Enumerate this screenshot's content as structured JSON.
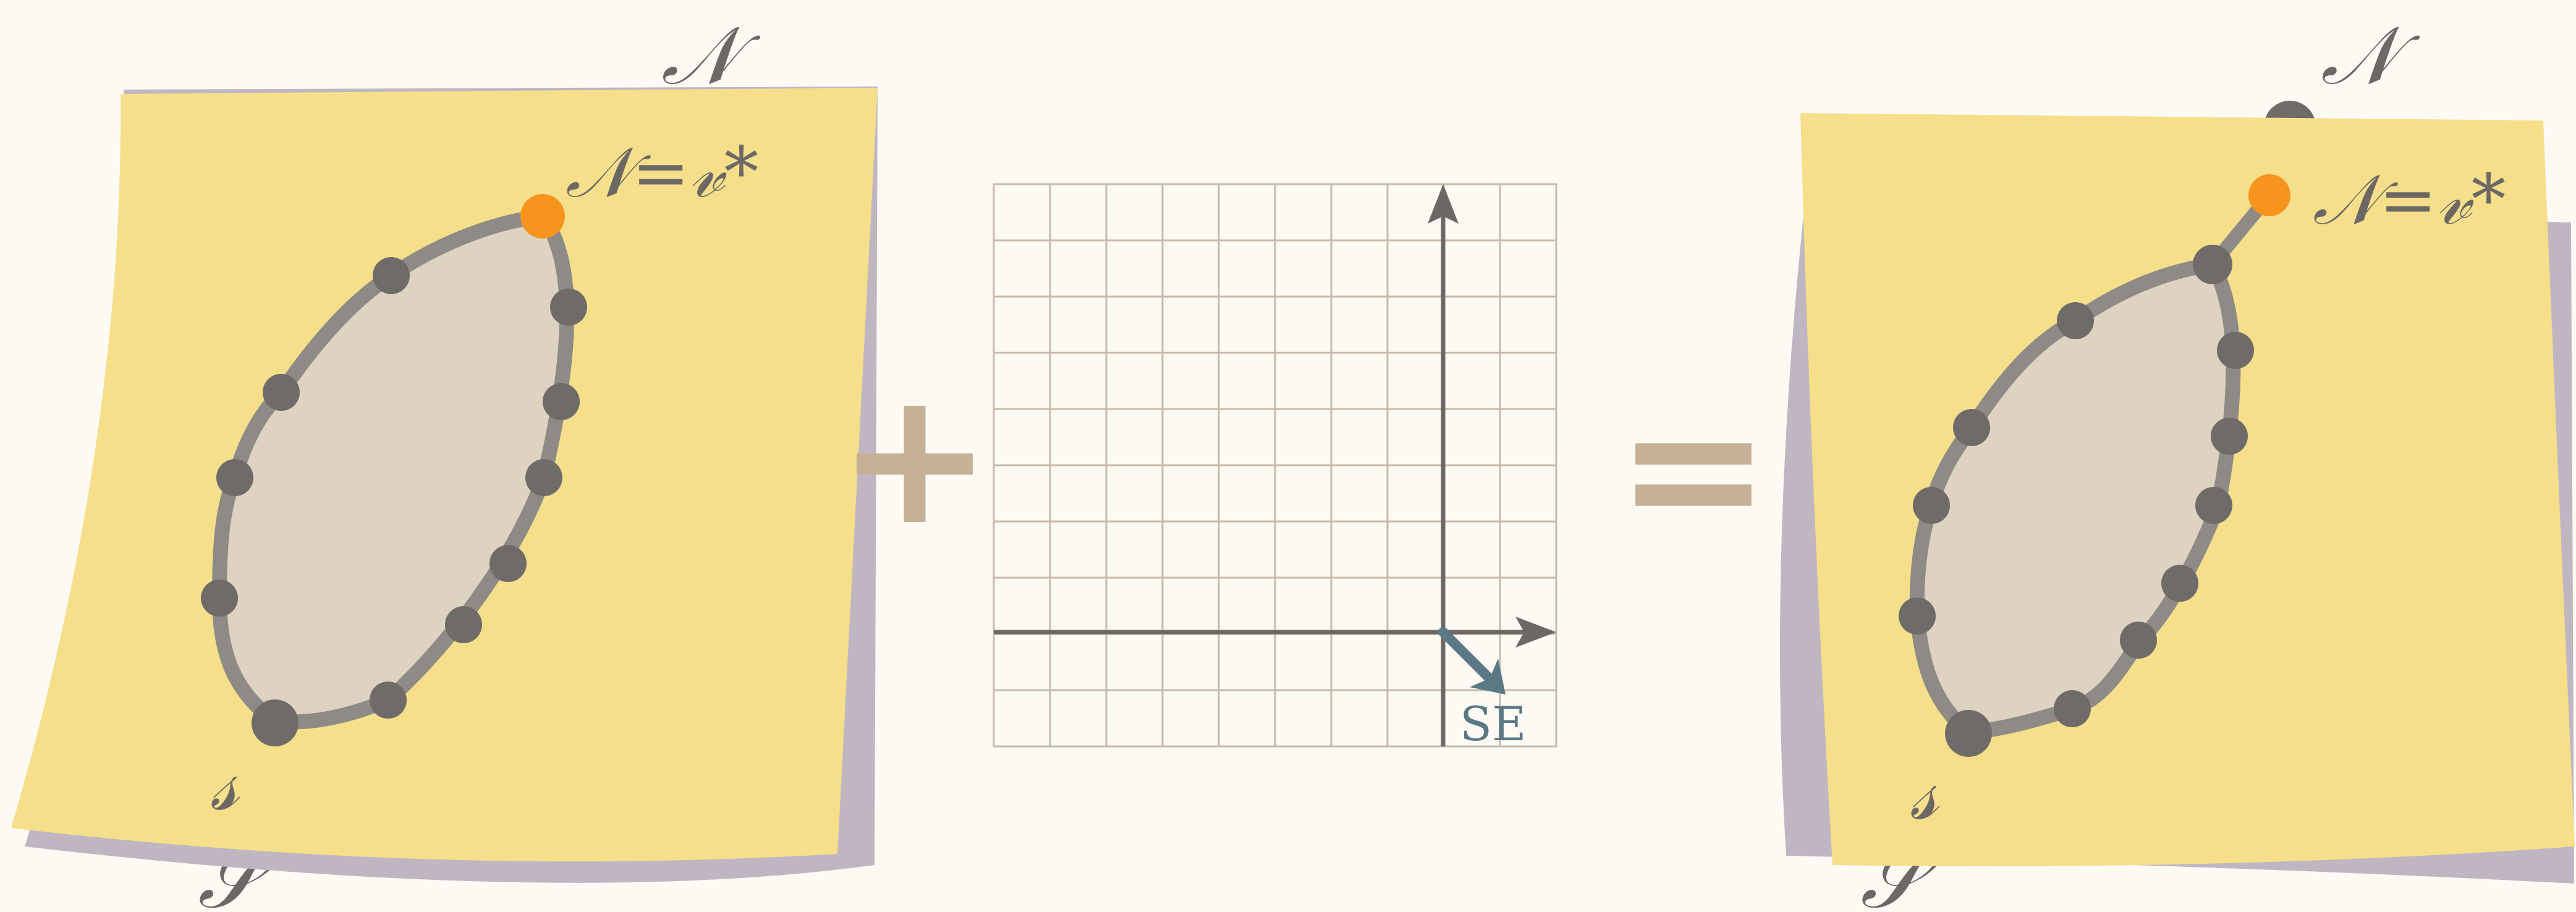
{
  "colors": {
    "background": "#fdfaf4",
    "note_yellow": "#f5df8b",
    "note_shadow": "#bfb6c2",
    "blob_fill": "#ded2c1",
    "blob_outline": "#8e8b86",
    "node": "#6f6b68",
    "target_node": "#f7941d",
    "text_dark": "#6d6864",
    "operator": "#c4b196",
    "grid_line": "#c8b9aa",
    "axis": "#6d6864",
    "direction_arrow": "#5b7885"
  },
  "left_note": {
    "target_label": "𝒩=𝓋*",
    "start_label": "𝓈",
    "behind_target_label": "𝒩",
    "behind_start_label": "𝒮"
  },
  "operators": {
    "plus": "+",
    "equals": "="
  },
  "grid": {
    "columns": 10,
    "rows": 10,
    "direction_label": "SE",
    "icons": {
      "x_axis": "arrow-right-icon",
      "y_axis": "arrow-up-icon",
      "direction": "arrow-southeast-icon"
    }
  },
  "right_note": {
    "target_label": "𝒩=𝓋*",
    "start_label": "𝓈",
    "behind_target_label": "𝒩",
    "behind_start_label": "𝒮"
  }
}
